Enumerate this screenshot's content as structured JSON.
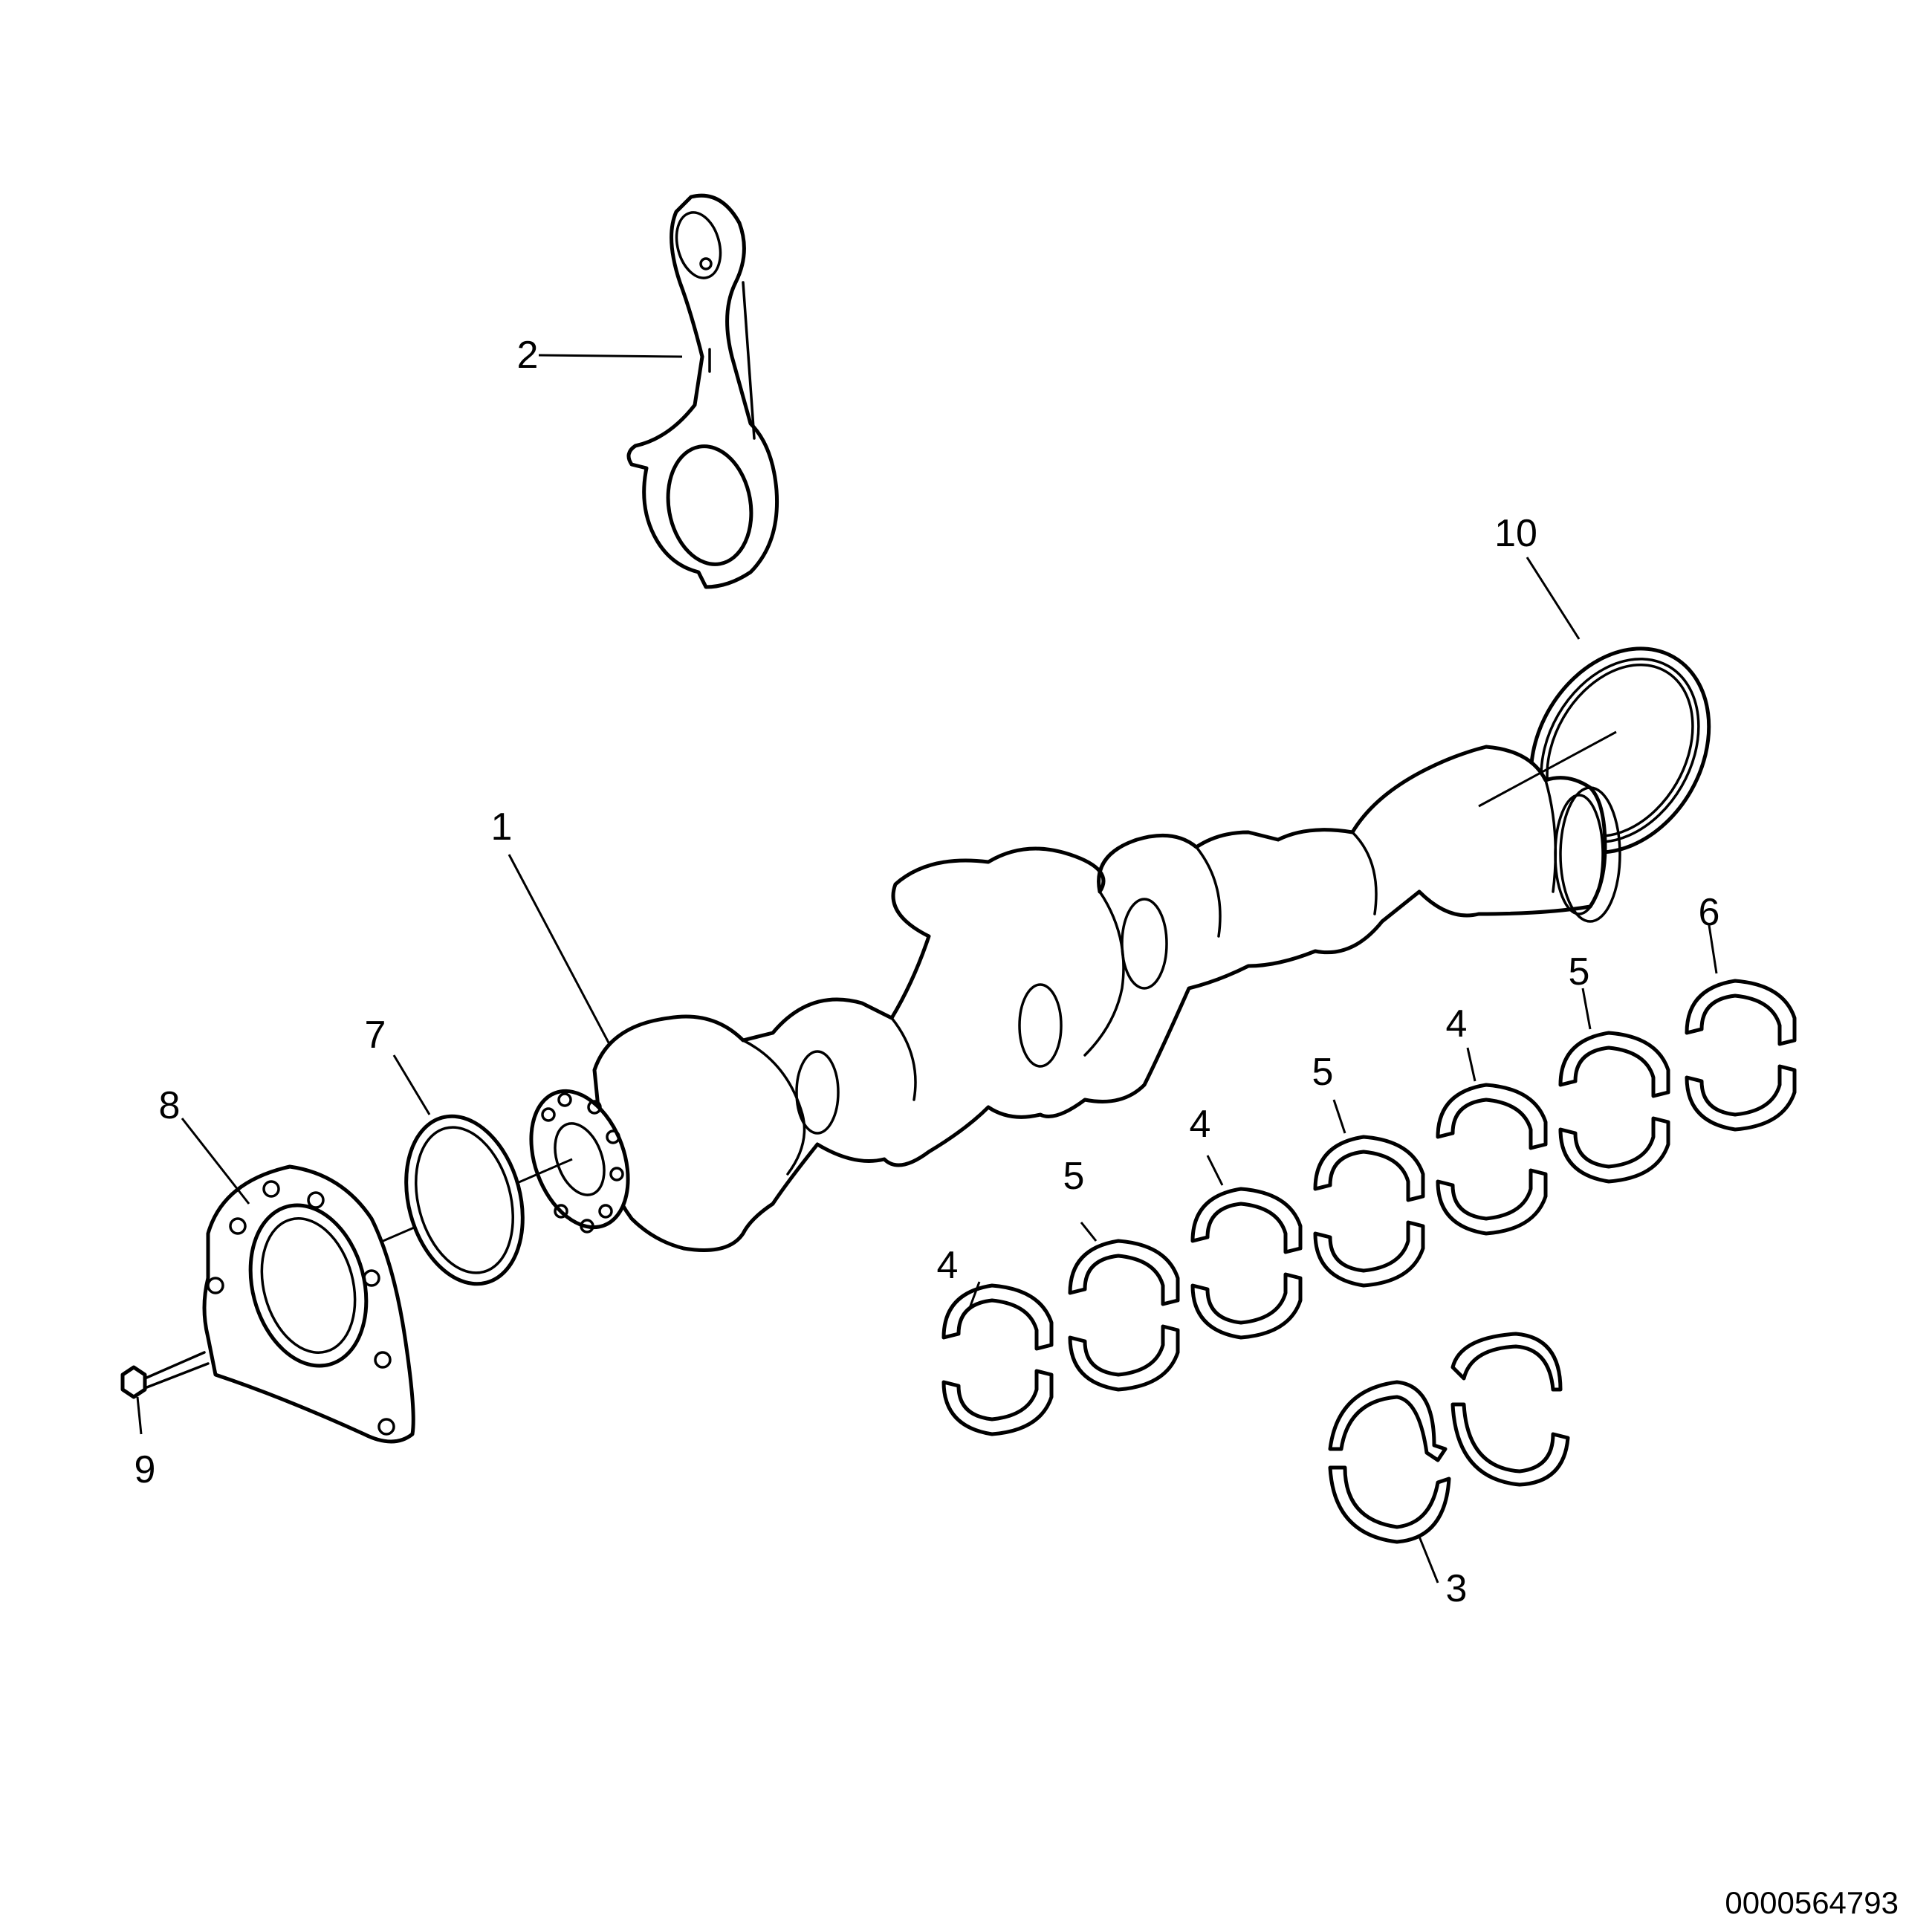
{
  "callouts": {
    "c1": "1",
    "c2": "2",
    "c3": "3",
    "c4a": "4",
    "c4b": "4",
    "c4c": "4",
    "c5a": "5",
    "c5b": "5",
    "c5c": "5",
    "c6": "6",
    "c7": "7",
    "c8": "8",
    "c9": "9",
    "c10": "10"
  },
  "drawing_number": "0000564793"
}
